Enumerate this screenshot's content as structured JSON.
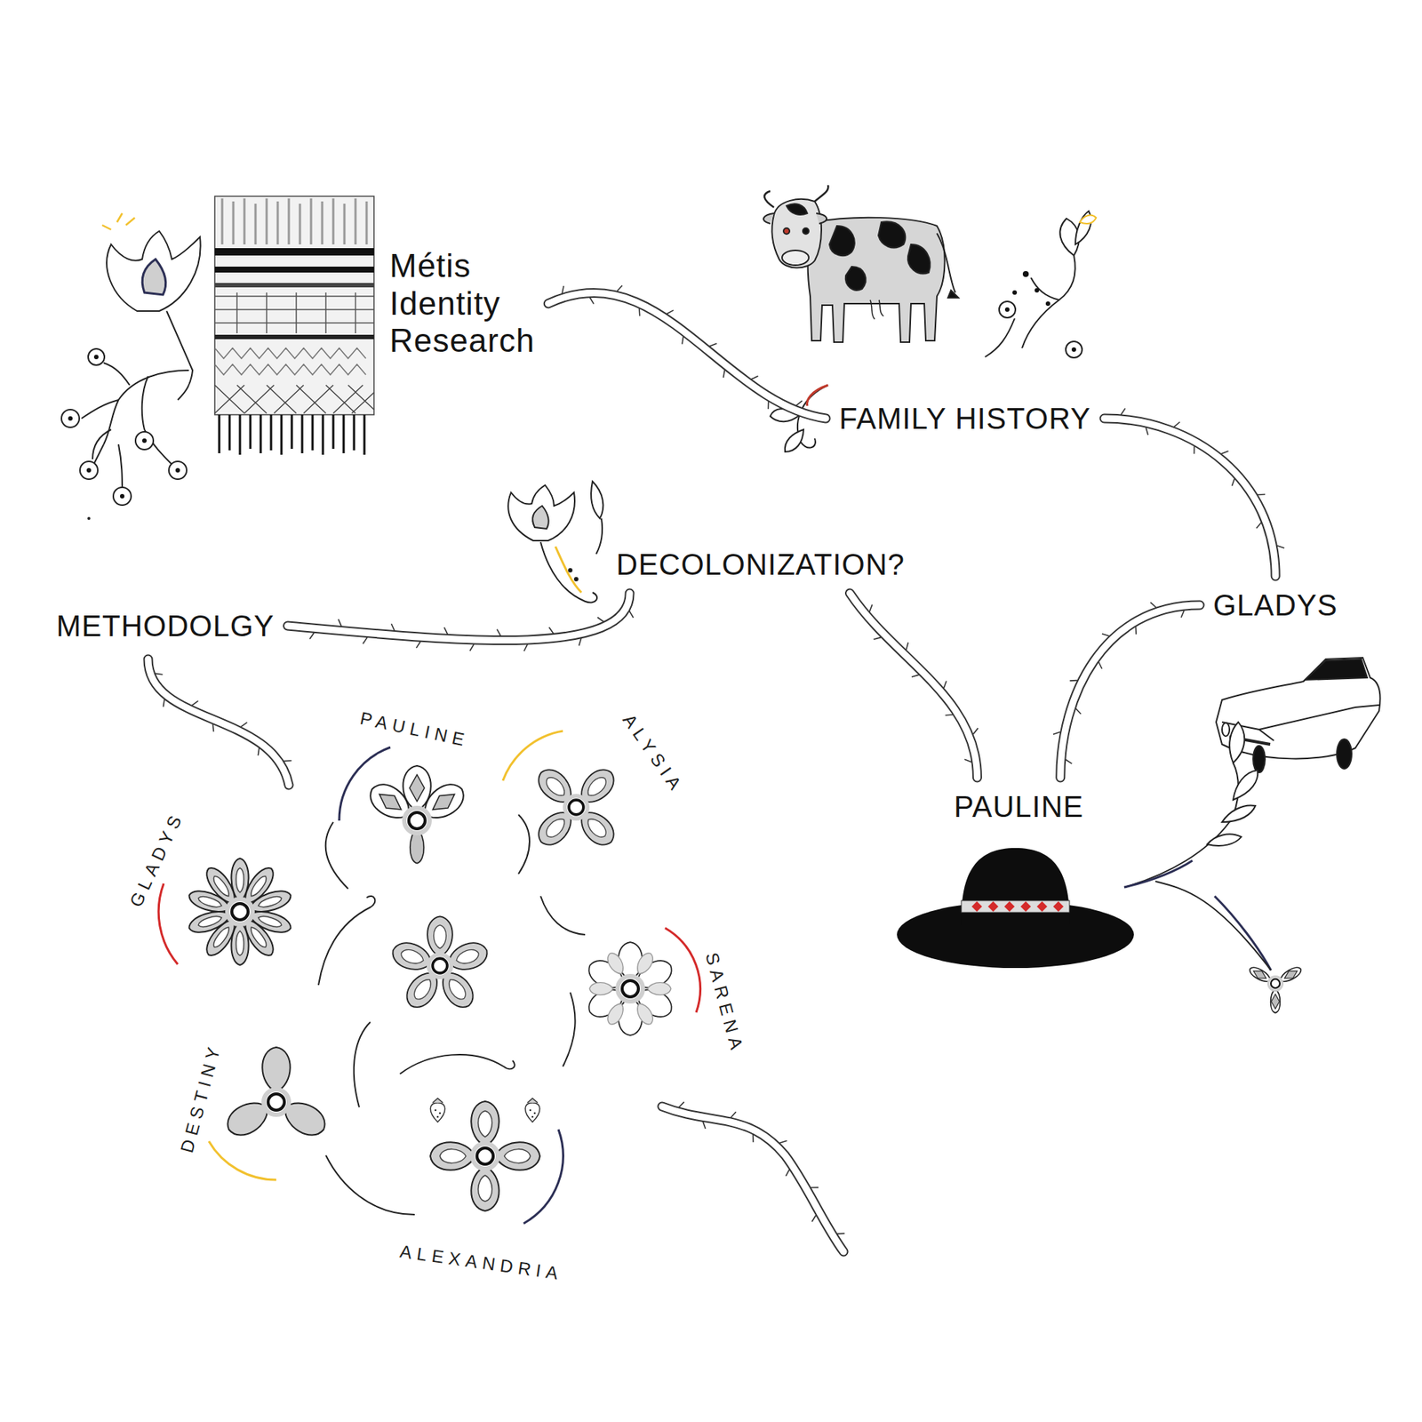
{
  "diagram": {
    "nodes": [
      {
        "text": [
          "Métis Identity Research"
        ]
      },
      {
        "text": [
          "FAMILY HISTORY"
        ]
      },
      {
        "text": [
          "DECOLONIZATION?"
        ]
      },
      {
        "text": [
          "METHODOLGY"
        ]
      },
      {
        "text": [
          "GLADYS"
        ]
      },
      {
        "text": [
          "PAULINE"
        ]
      }
    ],
    "edges": [
      {
        "from": 0,
        "to": 1,
        "arrow": "none"
      },
      {
        "from": 1,
        "to": 4,
        "arrow": "none"
      },
      {
        "from": 4,
        "to": 5,
        "arrow": "none"
      },
      {
        "from": 5,
        "to": 2,
        "arrow": "none"
      },
      {
        "from": 2,
        "to": 3,
        "arrow": "none"
      }
    ],
    "labels": [
      "PAULINE",
      "ALYSIA",
      "GLADYS",
      "SARENA",
      "DESTINY",
      "ALEXANDRIA"
    ]
  }
}
